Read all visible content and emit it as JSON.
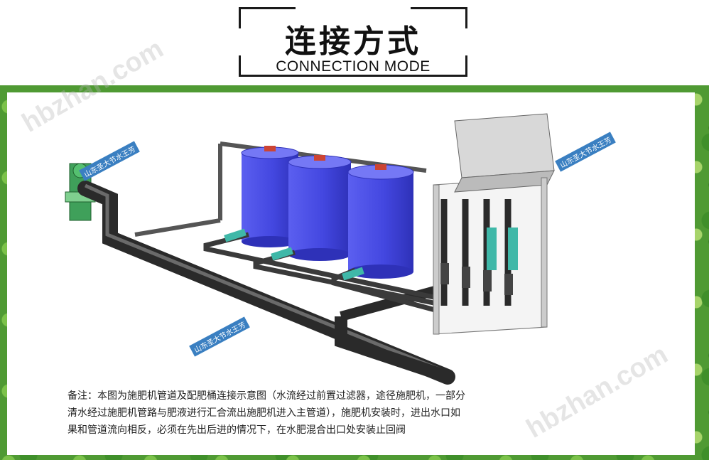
{
  "header": {
    "title_cn": "连接方式",
    "title_en": "CONNECTION MODE"
  },
  "watermarks": {
    "stamp_1": "山东圣大节水王芳",
    "stamp_2": "山东圣大节水王芳",
    "stamp_3": "山东圣大节水王芳",
    "site_1": "hbzhan.com",
    "site_2": "hbzhan.com"
  },
  "note": {
    "line_1": "备注：本图为施肥机管道及配肥桶连接示意图（水流经过前置过滤器，途径施肥机，一部分",
    "line_2": "清水经过施肥机管路与肥液进行汇合流出施肥机进入主管道），施肥机安装时，进出水口如",
    "line_3": "果和管道流向相反，必须在先出后进的情况下，在水肥混合出口处安装止回阀"
  },
  "colors": {
    "tank_blue": "#4a4ee8",
    "pipe_dark": "#3a3a3a",
    "valve_teal": "#3fb8a8",
    "leaf_green": "#4f9a33"
  }
}
